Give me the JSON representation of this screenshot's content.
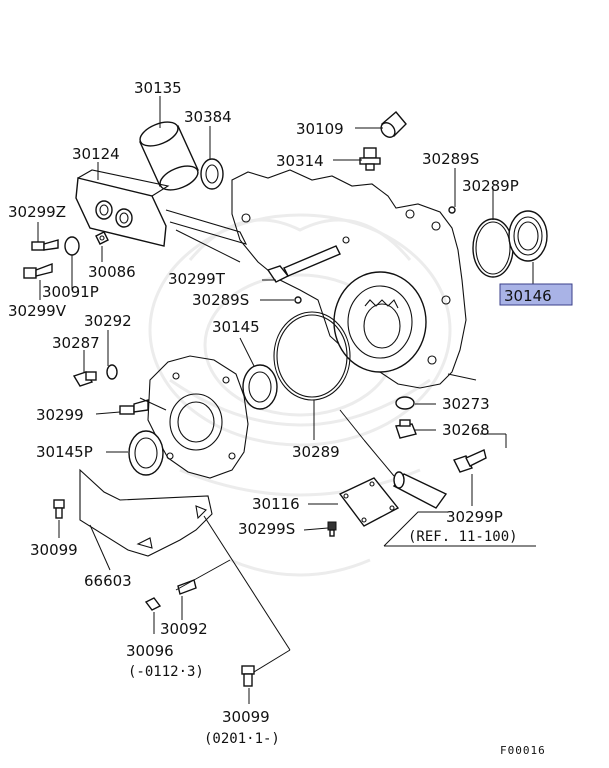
{
  "diagram": {
    "figure_code": "F00016",
    "highlighted_part": "30146",
    "labels": {
      "p30135": "30135",
      "p30384": "30384",
      "p30124": "30124",
      "p30109": "30109",
      "p30314": "30314",
      "p30289S_top": "30289S",
      "p30289P": "30289P",
      "p30146": "30146",
      "p30299Z": "30299Z",
      "p30086": "30086",
      "p30091P": "30091P",
      "p30299V": "30299V",
      "p30299T": "30299T",
      "p30289S_mid": "30289S",
      "p30292": "30292",
      "p30287": "30287",
      "p30145": "30145",
      "p30273": "30273",
      "p30299": "30299",
      "p30268": "30268",
      "p30145P": "30145P",
      "p30289": "30289",
      "p30116": "30116",
      "p30299P": "30299P",
      "p30099_a": "30099",
      "p30299S": "30299S",
      "ref": "(REF. 11-100)",
      "p66603": "66603",
      "p30092": "30092",
      "p30096": "30096",
      "p30096_note": "(-0112·3)",
      "p30099_b": "30099",
      "p30099_b_note": "(0201·1-)"
    }
  }
}
